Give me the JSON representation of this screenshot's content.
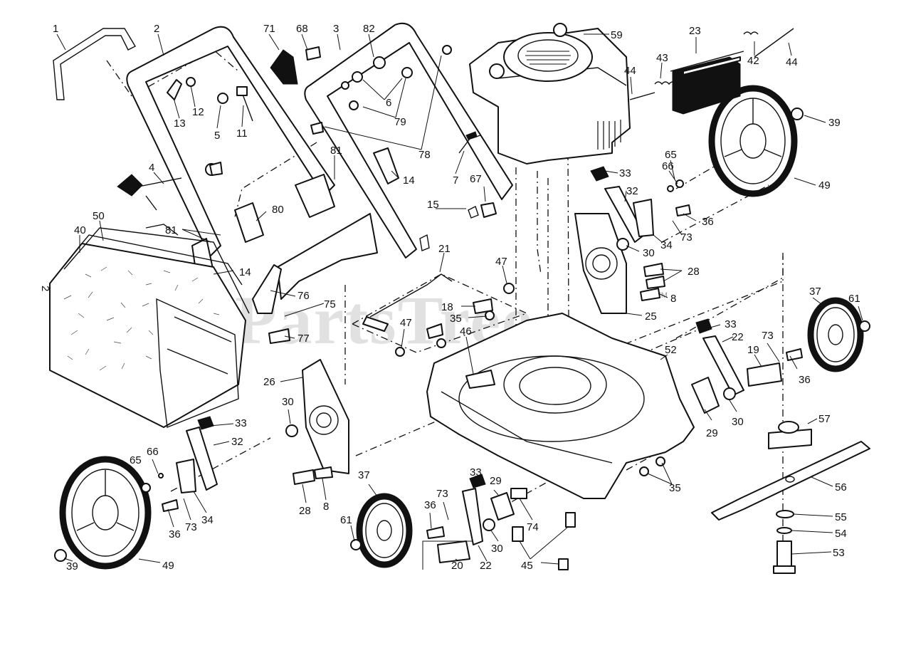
{
  "watermark": "PartsTree",
  "trademark": "TM",
  "callouts": [
    {
      "id": "c1",
      "text": "1"
    },
    {
      "id": "c2",
      "text": "2"
    },
    {
      "id": "c3",
      "text": "3"
    },
    {
      "id": "c71",
      "text": "71"
    },
    {
      "id": "c68",
      "text": "68"
    },
    {
      "id": "c82",
      "text": "82"
    },
    {
      "id": "c59",
      "text": "59"
    },
    {
      "id": "c23",
      "text": "23"
    },
    {
      "id": "c42",
      "text": "42"
    },
    {
      "id": "c44a",
      "text": "44"
    },
    {
      "id": "c44b",
      "text": "44"
    },
    {
      "id": "c43",
      "text": "43"
    },
    {
      "id": "c13",
      "text": "13"
    },
    {
      "id": "c12",
      "text": "12"
    },
    {
      "id": "c5",
      "text": "5"
    },
    {
      "id": "c11",
      "text": "11"
    },
    {
      "id": "c6",
      "text": "6"
    },
    {
      "id": "c79",
      "text": "79"
    },
    {
      "id": "c78",
      "text": "78"
    },
    {
      "id": "c39a",
      "text": "39"
    },
    {
      "id": "c4",
      "text": "4"
    },
    {
      "id": "c81a",
      "text": "81"
    },
    {
      "id": "c7",
      "text": "7"
    },
    {
      "id": "c14a",
      "text": "14"
    },
    {
      "id": "c67",
      "text": "67"
    },
    {
      "id": "c33a",
      "text": "33"
    },
    {
      "id": "c66a",
      "text": "66"
    },
    {
      "id": "c65a",
      "text": "65"
    },
    {
      "id": "c49a",
      "text": "49"
    },
    {
      "id": "c32a",
      "text": "32"
    },
    {
      "id": "c50",
      "text": "50"
    },
    {
      "id": "c40",
      "text": "40"
    },
    {
      "id": "c80",
      "text": "80"
    },
    {
      "id": "c15",
      "text": "15"
    },
    {
      "id": "c36a",
      "text": "36"
    },
    {
      "id": "c73a",
      "text": "73"
    },
    {
      "id": "c81b",
      "text": "81"
    },
    {
      "id": "c34a",
      "text": "34"
    },
    {
      "id": "c21",
      "text": "21"
    },
    {
      "id": "c30a",
      "text": "30"
    },
    {
      "id": "c14b",
      "text": "14"
    },
    {
      "id": "c2b",
      "text": "2"
    },
    {
      "id": "c47a",
      "text": "47"
    },
    {
      "id": "c28a",
      "text": "28"
    },
    {
      "id": "c76",
      "text": "76"
    },
    {
      "id": "c75",
      "text": "75"
    },
    {
      "id": "c18",
      "text": "18"
    },
    {
      "id": "c35a",
      "text": "35"
    },
    {
      "id": "c8a",
      "text": "8"
    },
    {
      "id": "c37a",
      "text": "37"
    },
    {
      "id": "c61a",
      "text": "61"
    },
    {
      "id": "c25",
      "text": "25"
    },
    {
      "id": "c47b",
      "text": "47"
    },
    {
      "id": "c46",
      "text": "46"
    },
    {
      "id": "c77",
      "text": "77"
    },
    {
      "id": "c33b",
      "text": "33"
    },
    {
      "id": "c22a",
      "text": "22"
    },
    {
      "id": "c73b",
      "text": "73"
    },
    {
      "id": "c52",
      "text": "52"
    },
    {
      "id": "c19",
      "text": "19"
    },
    {
      "id": "c36b",
      "text": "36"
    },
    {
      "id": "c26",
      "text": "26"
    },
    {
      "id": "c30b",
      "text": "30"
    },
    {
      "id": "c33c",
      "text": "33"
    },
    {
      "id": "c32b",
      "text": "32"
    },
    {
      "id": "c29a",
      "text": "29"
    },
    {
      "id": "c30c",
      "text": "30"
    },
    {
      "id": "c57",
      "text": "57"
    },
    {
      "id": "c65b",
      "text": "65"
    },
    {
      "id": "c66b",
      "text": "66"
    },
    {
      "id": "c37b",
      "text": "37"
    },
    {
      "id": "c33d",
      "text": "33"
    },
    {
      "id": "c29b",
      "text": "29"
    },
    {
      "id": "c73c",
      "text": "73"
    },
    {
      "id": "c35b",
      "text": "35"
    },
    {
      "id": "c56",
      "text": "56"
    },
    {
      "id": "c36c",
      "text": "36"
    },
    {
      "id": "c73d",
      "text": "73"
    },
    {
      "id": "c34b",
      "text": "34"
    },
    {
      "id": "c28b",
      "text": "28"
    },
    {
      "id": "c8b",
      "text": "8"
    },
    {
      "id": "c36d",
      "text": "36"
    },
    {
      "id": "c74",
      "text": "74"
    },
    {
      "id": "c55",
      "text": "55"
    },
    {
      "id": "c61b",
      "text": "61"
    },
    {
      "id": "c54",
      "text": "54"
    },
    {
      "id": "c30d",
      "text": "30"
    },
    {
      "id": "c45",
      "text": "45"
    },
    {
      "id": "c53",
      "text": "53"
    },
    {
      "id": "c39b",
      "text": "39"
    },
    {
      "id": "c49b",
      "text": "49"
    },
    {
      "id": "c20",
      "text": "20"
    },
    {
      "id": "c22b",
      "text": "22"
    }
  ]
}
